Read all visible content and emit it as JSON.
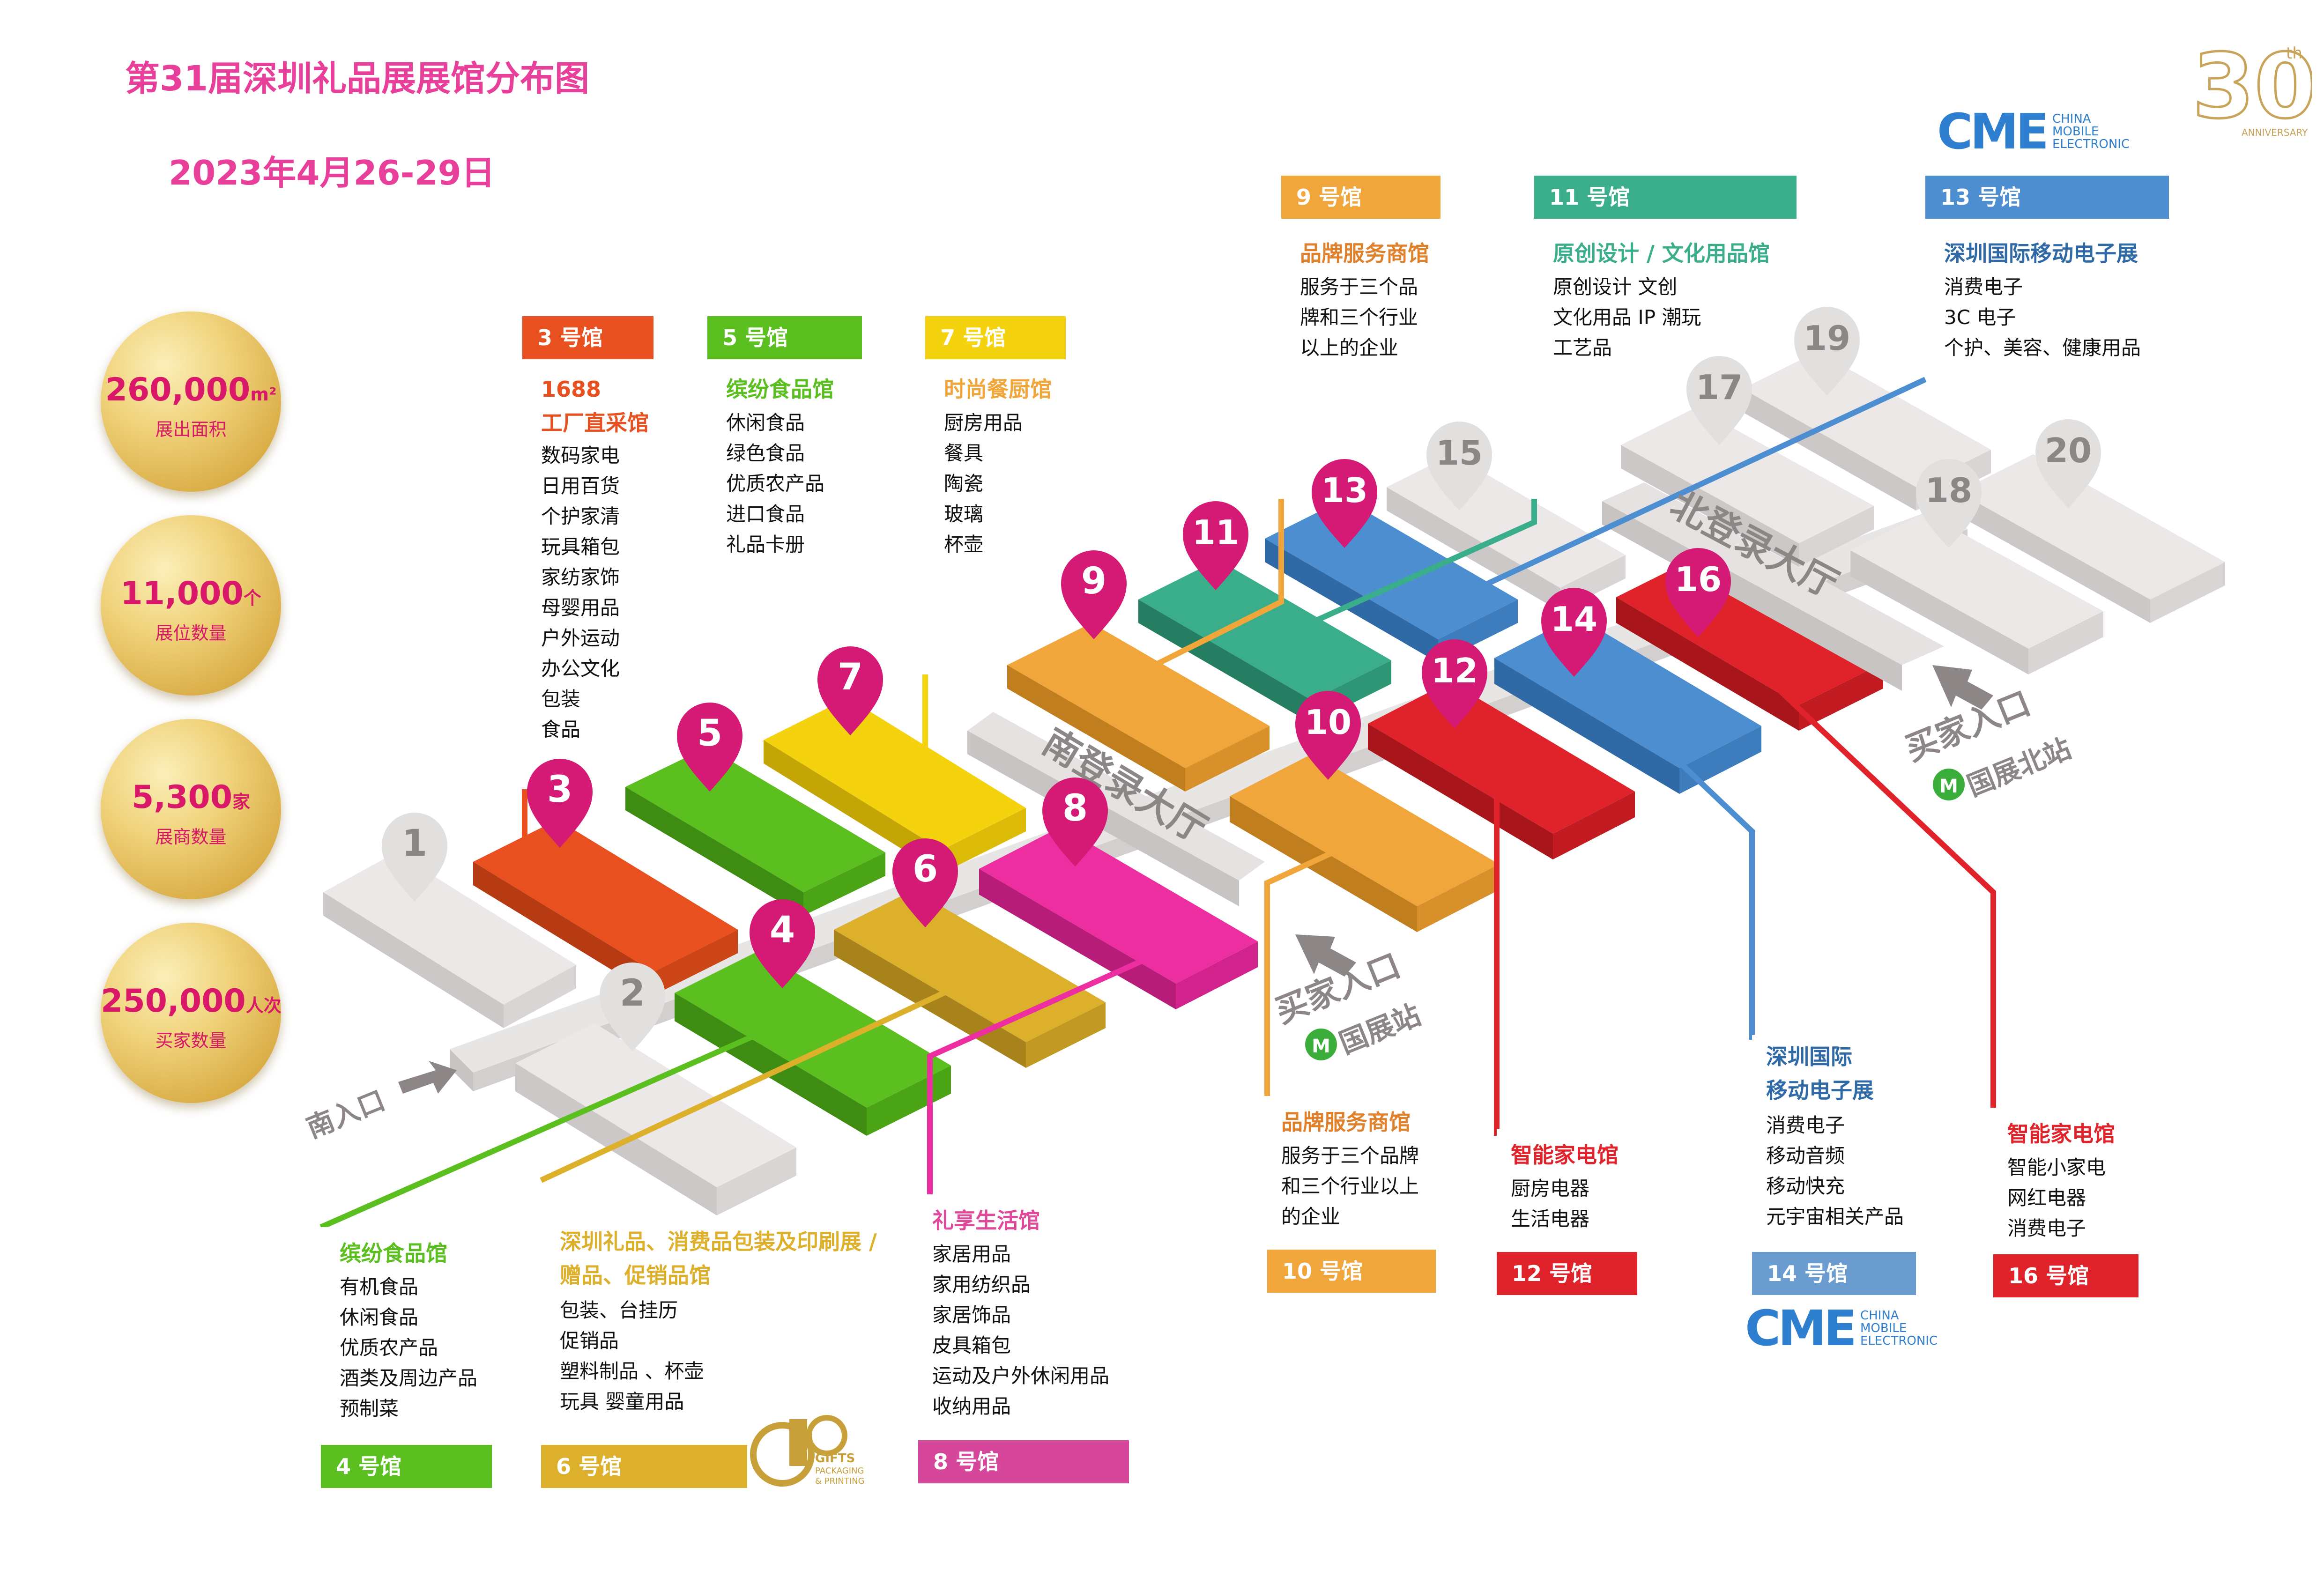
{
  "title": "第31届深圳礼品展展馆分布图",
  "date": "2023年4月26-29日",
  "colors": {
    "accent": "#e8409a",
    "pin": "#d41a74",
    "orange_red": "#e8501f",
    "green": "#5abf1f",
    "yellow": "#f5d20e",
    "orange": "#f0a63b",
    "teal": "#3aad8a",
    "blue": "#4d8ed0",
    "red": "#e0222a",
    "magenta": "#ec2ea0",
    "mustard": "#ddb02c",
    "gray": "#e6e2e2"
  },
  "stats": [
    {
      "value": "260,000",
      "unit": "m²",
      "label": "展出面积"
    },
    {
      "value": "11,000",
      "unit": "个",
      "label": "展位数量"
    },
    {
      "value": "5,300",
      "unit": "家",
      "label": "展商数量"
    },
    {
      "value": "250,000",
      "unit": "人次",
      "label": "买家数量"
    }
  ],
  "halls": [
    {
      "number": "1"
    },
    {
      "number": "2"
    },
    {
      "number": "3"
    },
    {
      "number": "4"
    },
    {
      "number": "5"
    },
    {
      "number": "6"
    },
    {
      "number": "7"
    },
    {
      "number": "8"
    },
    {
      "number": "9"
    },
    {
      "number": "10"
    },
    {
      "number": "11"
    },
    {
      "number": "12"
    },
    {
      "number": "13"
    },
    {
      "number": "14"
    },
    {
      "number": "15"
    },
    {
      "number": "16"
    },
    {
      "number": "17"
    },
    {
      "number": "18"
    },
    {
      "number": "19"
    },
    {
      "number": "20"
    }
  ],
  "corridors": {
    "south": "南登录大厅",
    "north": "北登录大厅"
  },
  "entrances": {
    "south": "南入口",
    "buyer_a": "买家入口",
    "station_a": "国展站",
    "buyer_b": "买家入口",
    "station_b": "国展北站"
  },
  "cards": {
    "h3": {
      "header": "3 号馆",
      "title_line1": "1688",
      "title_line2": "工厂直采馆",
      "items": [
        "数码家电",
        "日用百货",
        "个护家清",
        "玩具箱包",
        "家纺家饰",
        "母婴用品",
        "户外运动",
        "办公文化",
        "包装",
        "食品"
      ]
    },
    "h5": {
      "header": "5 号馆",
      "title": "缤纷食品馆",
      "items": [
        "休闲食品",
        "绿色食品",
        "优质农产品",
        "进口食品",
        "礼品卡册"
      ]
    },
    "h7": {
      "header": "7 号馆",
      "title": "时尚餐厨馆",
      "items": [
        "厨房用品",
        "餐具",
        "陶瓷",
        "玻璃",
        "杯壶"
      ]
    },
    "h9": {
      "header": "9 号馆",
      "title": "品牌服务商馆",
      "items": [
        "服务于三个品",
        "牌和三个行业",
        "以上的企业"
      ]
    },
    "h11": {
      "header": "11 号馆",
      "title": "原创设计 / 文化用品馆",
      "items": [
        "原创设计  文创",
        "文化用品  IP 潮玩",
        "工艺品"
      ]
    },
    "h13": {
      "header": "13 号馆",
      "title": "深圳国际移动电子展",
      "items": [
        "消费电子",
        "3C 电子",
        "个护、美容、健康用品"
      ]
    },
    "h4": {
      "header": "4 号馆",
      "title": "缤纷食品馆",
      "items": [
        "有机食品",
        "休闲食品",
        "优质农产品",
        "酒类及周边产品",
        "预制菜"
      ]
    },
    "h6": {
      "header": "6 号馆",
      "title_line1": "深圳礼品、消费品包装及印刷展 /",
      "title_line2": "赠品、促销品馆",
      "items": [
        "包装、台挂历",
        "促销品",
        "塑料制品 、杯壶",
        "玩具  婴童用品"
      ]
    },
    "h8": {
      "header": "8 号馆",
      "title": "礼享生活馆",
      "items": [
        "家居用品",
        "家用纺织品",
        "家居饰品",
        "皮具箱包",
        "运动及户外休闲用品",
        "收纳用品"
      ]
    },
    "h10": {
      "header": "10 号馆",
      "title": "品牌服务商馆",
      "items": [
        "服务于三个品牌",
        "和三个行业以上",
        "的企业"
      ]
    },
    "h12": {
      "header": "12 号馆",
      "title": "智能家电馆",
      "items": [
        "厨房电器",
        "生活电器"
      ]
    },
    "h14": {
      "header": "14 号馆",
      "title_line1": "深圳国际",
      "title_line2": "移动电子展",
      "items": [
        "消费电子",
        "移动音频",
        "移动快充",
        "元宇宙相关产品"
      ]
    },
    "h16": {
      "header": "16 号馆",
      "title": "智能家电馆",
      "items": [
        "智能小家电",
        "网红电器",
        "消费电子"
      ]
    }
  },
  "cme_logo": {
    "mark": "CME",
    "line1": "CHINA",
    "line2": "MOBILE",
    "line3": "ELECTRONIC"
  },
  "anniversary_logo": {
    "number": "30",
    "suffix": "th",
    "text": "ANNIVERSARY"
  },
  "gifts_logo": {
    "line1": "GIFTS",
    "line2": "PACKAGING",
    "line3": "& PRINTING"
  }
}
